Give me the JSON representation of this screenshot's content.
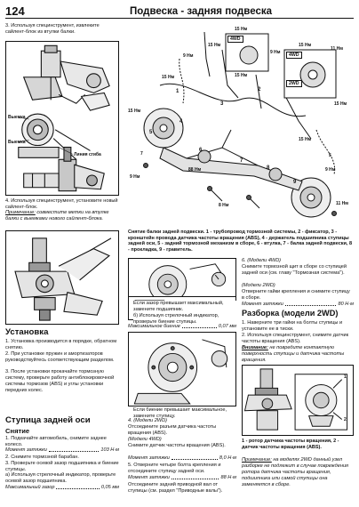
{
  "header": {
    "page_number": "124",
    "title": "Подвеска - задняя подвеска"
  },
  "left": {
    "p3": "3. Используя специнструмент, извлеките сайлент-блок из втулки балки.",
    "fig1_labels": [
      "Выемка",
      "Выемка",
      "Линия сгиба"
    ],
    "p4": "4. Используя специнструмент, установите новый сайлент-блок.",
    "note_label": "Примечание:",
    "note_text": " совместите метки на втулке балки с выемками нового сайлент-блока.",
    "ust_title": "Установка",
    "ust_1": "1. Установка производится в порядке, обратном снятию.",
    "ust_2": "2. При установке пружин и амортизаторов руководствуйтесь соответствующим разделом.",
    "ust_3": "3. После установки прокачайте тормозную систему, проверьте работу антиблокировочной системы тормозов (ABS) и углы установки передних колес.",
    "hub_title": "Ступица задней оси",
    "snyatie": "Снятие",
    "s1": "1. Подкачайте автомобиль, снимите заднее колесо.",
    "torque1_label": "Момент затяжки",
    "torque1_value": "103 Н·м",
    "s2": "2. Снимите тормозной барабан.",
    "s3": "3. Проверьте осевой зазор подшипника и биение ступицы.",
    "s3a": "а) Используя стрелочный индикатор, проверьте осевой зазор подшипника.",
    "play_label": "Максимальный зазор",
    "play_value": "0,05 мм"
  },
  "diagram": {
    "torques": [
      "15 Нм",
      "9 Нм",
      "15 Нм",
      "15 Нм",
      "15 Нм",
      "15 Нм",
      "9 Нм",
      "15 Нм",
      "11 Нм",
      "15 Нм",
      "88 Нм",
      "15 Нм",
      "9 Нм",
      "11 Нм",
      "5",
      "8 Нм",
      "9 Нм",
      "7"
    ],
    "boxes": [
      "4WD",
      "4WD",
      "2WD"
    ],
    "numbers": [
      "1",
      "2",
      "3",
      "4",
      "5",
      "6",
      "7",
      "8",
      "9"
    ],
    "caption_bold": "Снятие балки задней подвески.",
    "caption_rest": " 1 - трубопровод тормозной системы, 2 - фиксатор, 3 - кронштейн провода датчика частоты вращения (ABS), 4 - держатель подшипника ступицы задней оси, 5 - задний тормозной механизм в сборе, 6 - втулка, 7 - балка задней подвески, 8 - прокладка, 9 - гравитель."
  },
  "middle": {
    "note1": "Если зазор превышает максимальный, замените подшипник.",
    "b_text": "б) Используя стрелочный индикатор, проверьте биение ступицы.",
    "runout_label": "Максимальное биение",
    "runout_value": "0,07 мм",
    "note2": "Если биение превышает максимальное, замените ступицу.",
    "m4": "4. (Модели 2WD)",
    "m4_text": "Отсоедините разъем датчика частоты вращения (ABS).",
    "m4wd": "(Модели 4WD)",
    "m4wd_text": "Снимите датчик частоты вращения (ABS).",
    "torque_label": "Момент затяжки",
    "torque_value": "8,0 Н·м",
    "m5": "5. Отверните четыре болта крепления и отсоедините ступицу задней оси.",
    "torque2_label": "Момент затяжки",
    "torque2_value": "88 Н·м",
    "m5_end": "Отсоедините задний приводной вал от ступицы (см. раздел \"Приводные валы\")."
  },
  "right": {
    "r6": "6. (Модели 4WD)",
    "r6_text": "Снимите тормозной щит в сборе со ступицей задней оси (см. главу \"Тормозная система\").",
    "r6_2wd": "(Модели 2WD)",
    "r6_2wd_text": "Отверните гайки крепления и снимите ступицу в сборе.",
    "torque_label": "Момент затяжки",
    "torque_value": "80 Н·м",
    "razborka": "Разборка (модели 2WD)",
    "z1": "1. Наверните три гайки на болты ступицы и установите ее в тиски.",
    "z2": "2. Используя специнструмент, снимите датчик частоты вращения (ABS).",
    "warn_label": "Внимание:",
    "warn_text": " не повредите контактную поверхность ступицы и датчика частоты вращения.",
    "fig_caption": "1 - ротор датчика частоты вращения, 2 - датчик частоты вращения (ABS).",
    "note_label": "Примечание:",
    "note_text": " на моделях 2WD данный узел разборке не подлежит в случае повреждения ротора датчика частоты вращения, подшипника или самой ступицы она заменяется в сборе."
  }
}
